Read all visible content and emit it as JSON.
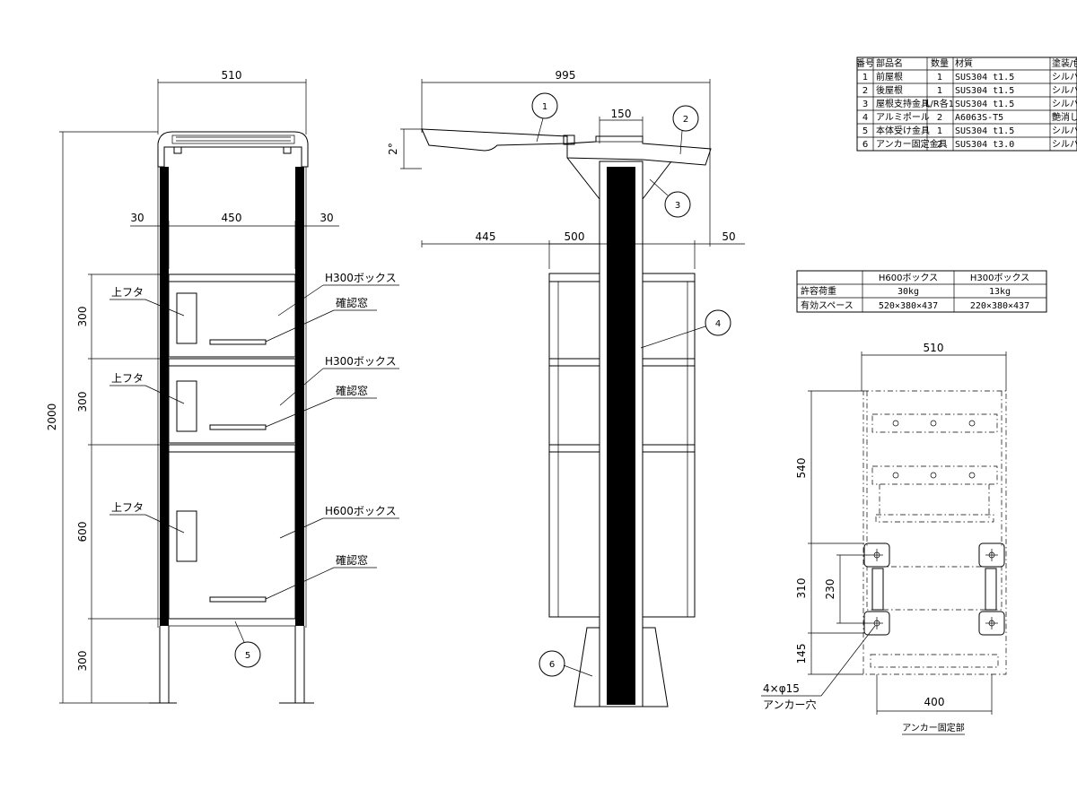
{
  "front_view": {
    "dim_width_top": "510",
    "dim_left_wall": "30",
    "dim_inner_width": "450",
    "dim_right_wall": "30",
    "dim_total_height": "2000",
    "dim_segments": [
      "300",
      "300",
      "600",
      "300"
    ],
    "labels": {
      "lid": "上フタ",
      "box_h300": "H300ボックス",
      "box_h600": "H600ボックス",
      "window": "確認窓"
    },
    "balloon_5": "5"
  },
  "side_view": {
    "dim_total": "995",
    "dim_pole": "150",
    "dim_left": "445",
    "dim_mid": "500",
    "dim_right": "50",
    "angle": "2°",
    "balloons": [
      "1",
      "2",
      "3",
      "4",
      "6"
    ]
  },
  "parts_table": {
    "headers": [
      "番号",
      "部品名",
      "数量",
      "材質",
      "塗装/色"
    ],
    "rows": [
      [
        "1",
        "前屋根",
        "1",
        "SUS304 t1.5",
        "シルバー"
      ],
      [
        "2",
        "後屋根",
        "1",
        "SUS304 t1.5",
        "シルバー"
      ],
      [
        "3",
        "屋根支持金具",
        "L/R各1",
        "SUS304 t1.5",
        "シルバー"
      ],
      [
        "4",
        "アルミポール",
        "2",
        "A6063S-T5",
        "艶消しシルバー"
      ],
      [
        "5",
        "本体受け金具",
        "1",
        "SUS304 t1.5",
        "シルバー"
      ],
      [
        "6",
        "アンカー固定金具",
        "2",
        "SUS304 t3.0",
        "シルバー"
      ]
    ]
  },
  "spec_table": {
    "headers": [
      "",
      "H600ボックス",
      "H300ボックス"
    ],
    "rows": [
      [
        "許容荷重",
        "30kg",
        "13kg"
      ],
      [
        "有効スペース",
        "520×380×437",
        "220×380×437"
      ]
    ]
  },
  "plan_view": {
    "dim_width": "510",
    "dim_540": "540",
    "dim_310": "310",
    "dim_230": "230",
    "dim_145": "145",
    "dim_400": "400",
    "anchor_note_1": "4×φ15",
    "anchor_note_2": "アンカー穴",
    "caption": "アンカー固定部"
  }
}
